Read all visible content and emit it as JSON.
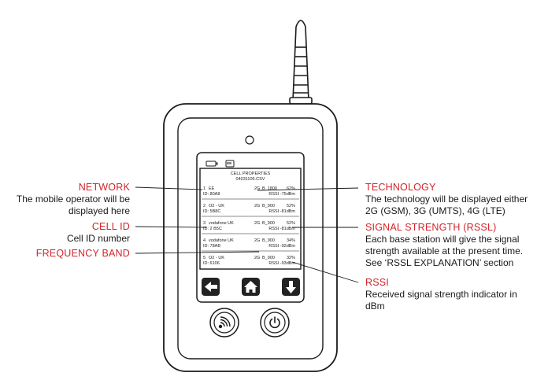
{
  "screen": {
    "header_title": "CELL PROPERTIES",
    "header_file": "04031105.CSV",
    "rows": [
      {
        "index": "1",
        "network": "EE",
        "id": "ID: 80A8",
        "tech": "2G",
        "band": "B_1800",
        "percent": "62%",
        "rssi": "RSSI -75dBm"
      },
      {
        "index": "2",
        "network": "O2 - UK",
        "id": "ID: 5B8C",
        "tech": "2G",
        "band": "B_900",
        "percent": "52%",
        "rssi": "RSSI -81dBm"
      },
      {
        "index": "3",
        "network": "vodafone UK",
        "id": "ID: 2 B5C",
        "tech": "2G",
        "band": "B_900",
        "percent": "52%",
        "rssi": "RSSI -81dBm"
      },
      {
        "index": "4",
        "network": "vodafone UK",
        "id": "ID: 78AB",
        "tech": "2G",
        "band": "B_900",
        "percent": "34%",
        "rssi": "RSSI -92dBm"
      },
      {
        "index": "5",
        "network": "O2 - UK",
        "id": "ID: 6106",
        "tech": "2G",
        "band": "B_900",
        "percent": "32%",
        "rssi": "RSSI -93dBm"
      }
    ]
  },
  "labels": {
    "network": {
      "title": "NETWORK",
      "lines": [
        "The mobile operator will be",
        "displayed here"
      ]
    },
    "cell_id": {
      "title": "CELL ID",
      "lines": [
        "Cell ID number"
      ]
    },
    "frequency_band": {
      "title": "FREQUENCY BAND",
      "lines": []
    },
    "technology": {
      "title": "TECHNOLOGY",
      "lines": [
        "The technology will be displayed either",
        "2G (GSM), 3G (UMTS), 4G (LTE)"
      ]
    },
    "signal_strength": {
      "title": "SIGNAL STRENGTH (RSSL)",
      "lines": [
        "Each base station will give the signal",
        "strength available at the present time.",
        "See ‘RSSL EXPLANATION’ section"
      ]
    },
    "rssi": {
      "title": "RSSI",
      "lines": [
        "Received signal strength indicator in",
        "dBm"
      ]
    }
  },
  "buttons": {
    "back": "arrow-left-icon",
    "home": "home-icon",
    "down": "arrow-down-icon",
    "signal": "wireless-signal-icon",
    "power": "power-icon"
  },
  "colors": {
    "accent_red": "#d2232a",
    "outline": "#1a1a1a",
    "screen_bg": "#ffffff",
    "button_fill": "#222222"
  }
}
